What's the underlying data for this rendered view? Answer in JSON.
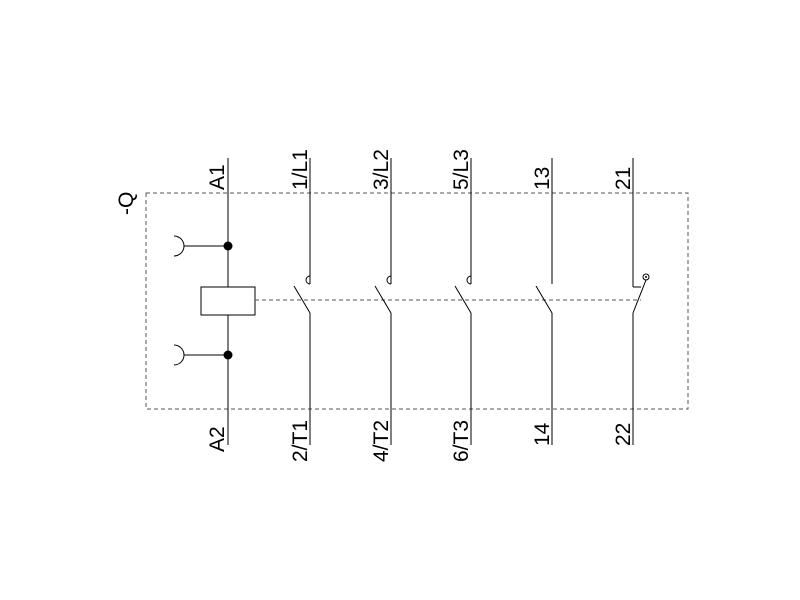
{
  "device_label": "-Q",
  "terminals_top": {
    "coil": "A1",
    "pole1": "1/L1",
    "pole2": "3/L2",
    "pole3": "5/L3",
    "no_aux": "13",
    "nc_aux": "21"
  },
  "terminals_bottom": {
    "coil": "A2",
    "pole1": "2/T1",
    "pole2": "4/T2",
    "pole3": "6/T3",
    "no_aux": "14",
    "nc_aux": "22"
  }
}
